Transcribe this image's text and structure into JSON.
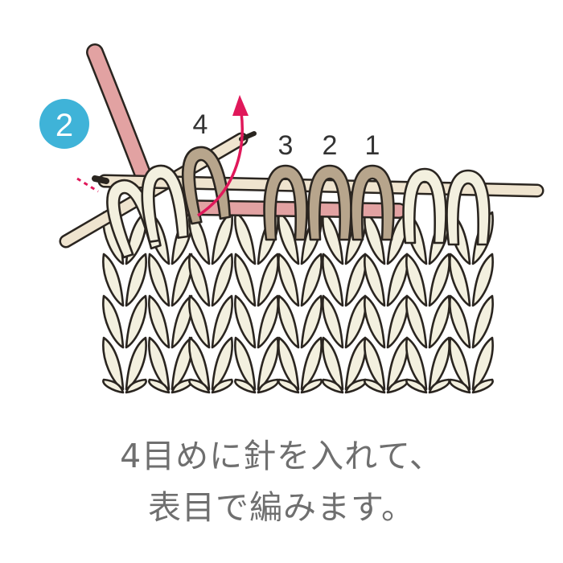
{
  "step": {
    "number": "2",
    "badge_color": "#3fb3d8"
  },
  "stitch_labels": [
    "4",
    "3",
    "2",
    "1"
  ],
  "caption": {
    "line1": "4目めに針を入れて、",
    "line2": "表目で編みます。"
  },
  "colors": {
    "fabric": "#f3f0df",
    "outline": "#2a2520",
    "highlight_stitch": "#b7a58c",
    "needle": "#efe4cf",
    "working_yarn": "#e2a2a2",
    "arrow": "#e0185a"
  }
}
